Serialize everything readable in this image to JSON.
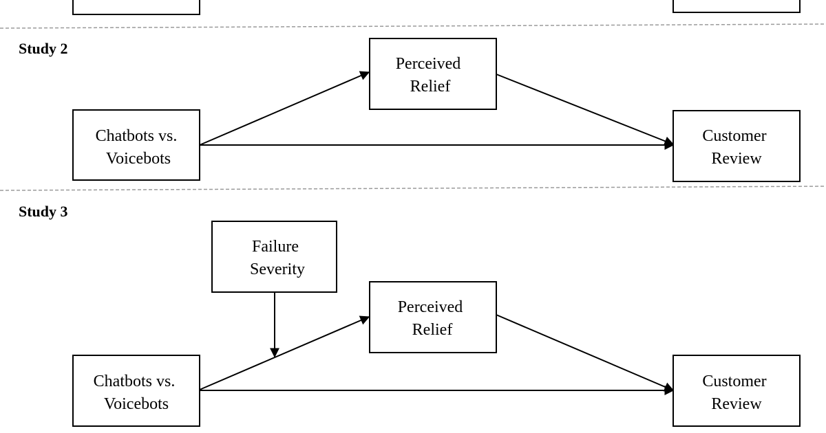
{
  "studies": [
    {
      "label": "Study 2",
      "nodes": {
        "predictor": [
          "Chatbots vs.",
          "Voicebots"
        ],
        "mediator": [
          "Perceived",
          "Relief"
        ],
        "outcome": [
          "Customer",
          "Review"
        ]
      }
    },
    {
      "label": "Study 3",
      "nodes": {
        "predictor": [
          "Chatbots vs.",
          "Voicebots"
        ],
        "mediator": [
          "Perceived",
          "Relief"
        ],
        "outcome": [
          "Customer",
          "Review"
        ],
        "moderator": [
          "Failure",
          "Severity"
        ]
      }
    }
  ],
  "colors": {
    "line": "#000000",
    "divider": "#9a9a9a",
    "background": "#ffffff"
  }
}
